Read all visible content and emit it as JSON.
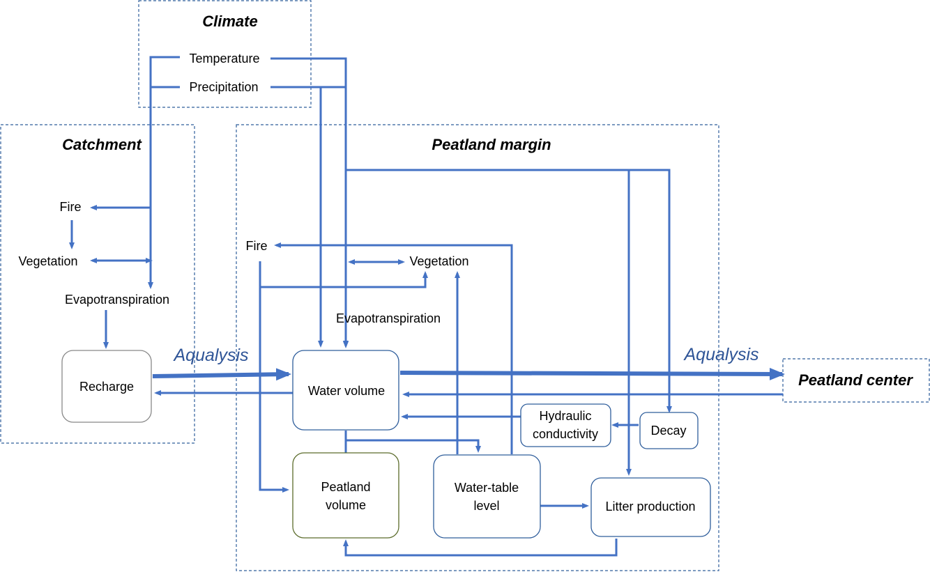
{
  "regions": {
    "climate": "Climate",
    "catchment": "Catchment",
    "margin": "Peatland margin",
    "center": "Peatland center"
  },
  "climate": {
    "temperature": "Temperature",
    "precipitation": "Precipitation"
  },
  "catchment": {
    "fire": "Fire",
    "vegetation": "Vegetation",
    "evapotranspiration": "Evapotranspiration",
    "recharge": "Recharge"
  },
  "margin": {
    "fire": "Fire",
    "vegetation": "Vegetation",
    "evapotranspiration": "Evapotranspiration",
    "water_volume": "Water  volume",
    "peatland_volume_l1": "Peatland",
    "peatland_volume_l2": "volume",
    "water_table_l1": "Water-table",
    "water_table_l2": "level",
    "hydraulic_l1": "Hydraulic",
    "hydraulic_l2": "conductivity",
    "decay": "Decay",
    "litter": "Litter production"
  },
  "flows": {
    "aqualysis_left": "Aqualysis",
    "aqualysis_right": "Aqualysis"
  },
  "colors": {
    "arrow": "#4472c4",
    "frame": "#2e5d9b",
    "aqualysis_text": "#2f5597",
    "peatland_volume_border": "#5a6b2a"
  }
}
